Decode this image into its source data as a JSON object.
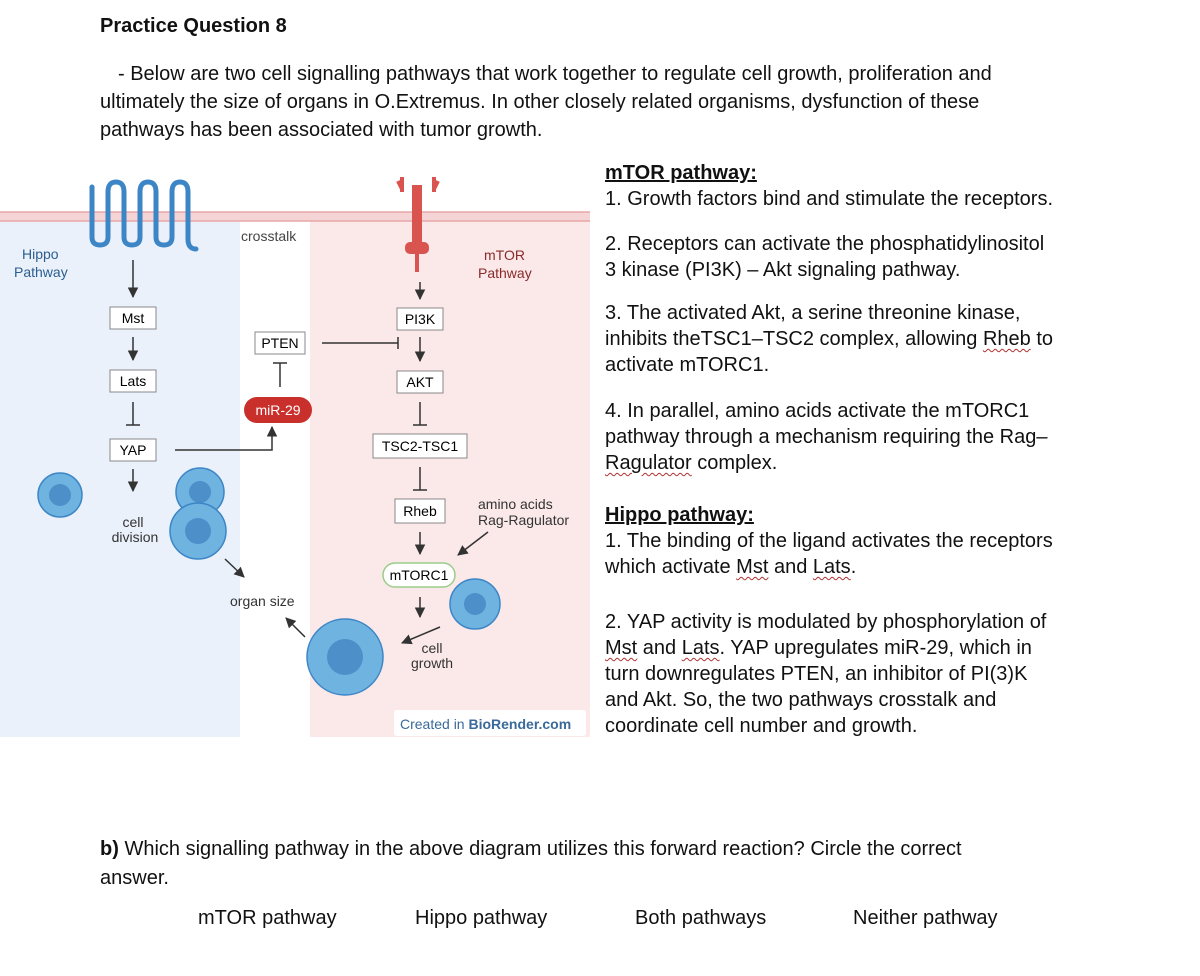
{
  "title": "Practice Question 8",
  "intro": {
    "line1": "- Below are two cell signalling pathways that work together to regulate cell growth, proliferation and",
    "line2": "ultimately the size of organs in O.Extremus. In other closely related organisms, dysfunction of these",
    "line3": "pathways has been associated with tumor growth."
  },
  "diagram": {
    "hippo_label_1": "Hippo",
    "hippo_label_2": "Pathway",
    "crosstalk": "crosstalk",
    "mtor_label_1": "mTOR",
    "mtor_label_2": "Pathway",
    "mst": "Mst",
    "lats": "Lats",
    "yap": "YAP",
    "pten": "PTEN",
    "mir29": "miR-29",
    "pi3k": "PI3K",
    "akt": "AKT",
    "tsc": "TSC2-TSC1",
    "rheb": "Rheb",
    "amino_1": "amino acids",
    "amino_2": "Rag-Ragulator",
    "mtorc1": "mTORC1",
    "cell_div_1": "cell",
    "cell_div_2": "division",
    "organ_size": "organ size",
    "cell_growth_1": "cell",
    "cell_growth_2": "growth",
    "credit_prefix": "Created in ",
    "credit_brand": "BioRender.com",
    "colors": {
      "hippo_bg": "#eaf1fb",
      "mtor_bg": "#fbe9ea",
      "receptor_blue": "#3d86c6",
      "receptor_red": "#d9534f",
      "mir_red": "#c9302c",
      "cell_fill": "#6fb3e0",
      "nucleus": "#4d8fc9",
      "membrane": "#e7a6a8"
    }
  },
  "mtor_panel": {
    "heading": "mTOR pathway:",
    "p1": "1. Growth factors bind and stimulate the receptors.",
    "p2a": "2. Receptors can activate the phosphatidylinositol",
    "p2b": "3 kinase (PI3K) – Akt signaling pathway.",
    "p3a": "3. The activated Akt, a serine threonine kinase,",
    "p3b_pre": "inhibits theTSC1–TSC2 complex, allowing ",
    "p3b_word": "Rheb",
    "p3b_post": " to",
    "p3c": "activate mTORC1.",
    "p4a": "4. In parallel, amino acids activate the mTORC1",
    "p4b": "pathway through a mechanism requiring the Rag–",
    "p4c_word": "Ragulator",
    "p4c_post": " complex."
  },
  "hippo_panel": {
    "heading": "Hippo pathway:",
    "p1a": "1. The binding of the ligand activates the receptors",
    "p1b_pre": "which activate ",
    "p1b_mst": "Mst",
    "p1b_mid": " and ",
    "p1b_lats": "Lats",
    "p1b_post": ".",
    "p2a": "2. YAP activity is modulated by phosphorylation of",
    "p2b_mst": "Mst",
    "p2b_mid": " and ",
    "p2b_lats": "Lats",
    "p2b_post": ". YAP upregulates miR-29, which in",
    "p2c": "turn downregulates PTEN, an inhibitor of PI(3)K",
    "p2d": "and Akt. So, the two pathways crosstalk and",
    "p2e": "coordinate cell number and growth."
  },
  "question": {
    "label": "b)",
    "text1": " Which signalling pathway in the above diagram utilizes this forward reaction? Circle the correct",
    "text2": "answer."
  },
  "options": [
    "mTOR pathway",
    "Hippo pathway",
    "Both pathways",
    "Neither pathway"
  ]
}
